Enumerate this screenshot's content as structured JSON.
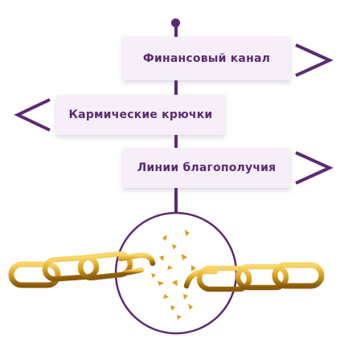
{
  "colors": {
    "accent": "#5c2a74",
    "card": "#f6eff9",
    "gold": "#d9a01c"
  },
  "items": [
    {
      "label": "Финансовый канал",
      "arrow": "right"
    },
    {
      "label": "Кармические крючки",
      "arrow": "left"
    },
    {
      "label": "Линии благополучия",
      "arrow": "right"
    }
  ],
  "image": {
    "icon": "broken-chain-icon"
  }
}
